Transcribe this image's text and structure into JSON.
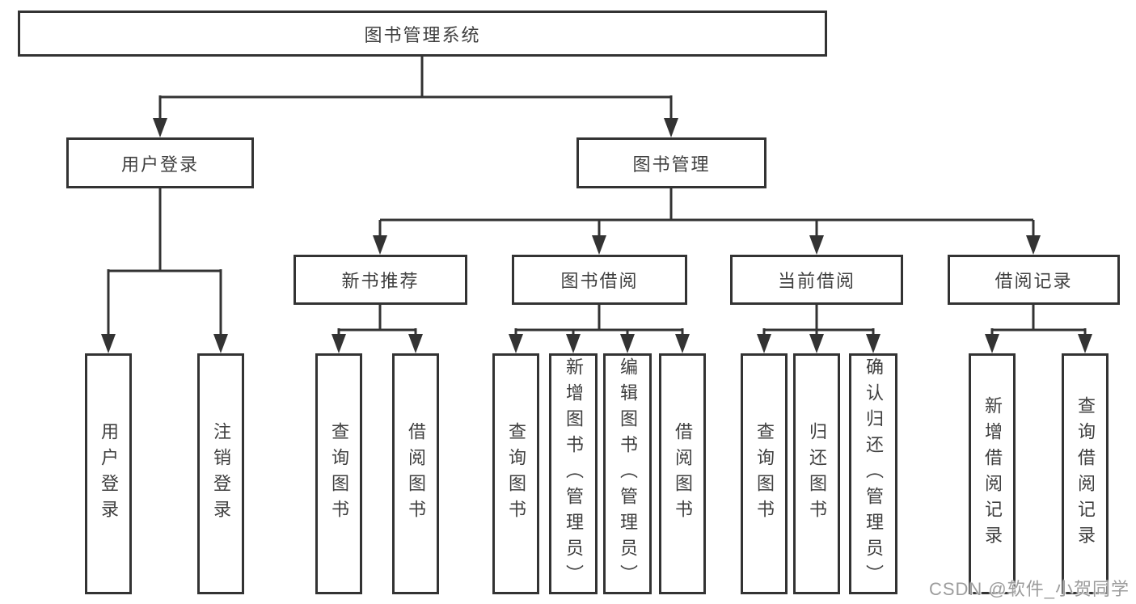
{
  "colors": {
    "line": "#333333",
    "text": "#3f3f3f",
    "box_background": "#ffffff",
    "page_background": "#ffffff",
    "watermark": "#9c9c9c"
  },
  "tree": {
    "root": {
      "label": "图书管理系统"
    },
    "branches": [
      {
        "label": "用户登录",
        "children": [
          {
            "label": "用户登录"
          },
          {
            "label": "注销登录"
          }
        ]
      },
      {
        "label": "图书管理",
        "children": [
          {
            "label": "新书推荐",
            "children": [
              {
                "label": "查询图书"
              },
              {
                "label": "借阅图书"
              }
            ]
          },
          {
            "label": "图书借阅",
            "children": [
              {
                "label": "查询图书"
              },
              {
                "label": "新增图书（管理员）"
              },
              {
                "label": "编辑图书（管理员）"
              },
              {
                "label": "借阅图书"
              }
            ]
          },
          {
            "label": "当前借阅",
            "children": [
              {
                "label": "查询图书"
              },
              {
                "label": "归还图书"
              },
              {
                "label": "确认归还（管理员）"
              }
            ]
          },
          {
            "label": "借阅记录",
            "children": [
              {
                "label": "新增借阅记录"
              },
              {
                "label": "查询借阅记录"
              }
            ]
          }
        ]
      }
    ]
  },
  "watermark": {
    "text": "CSDN @软件_小贺同学"
  }
}
